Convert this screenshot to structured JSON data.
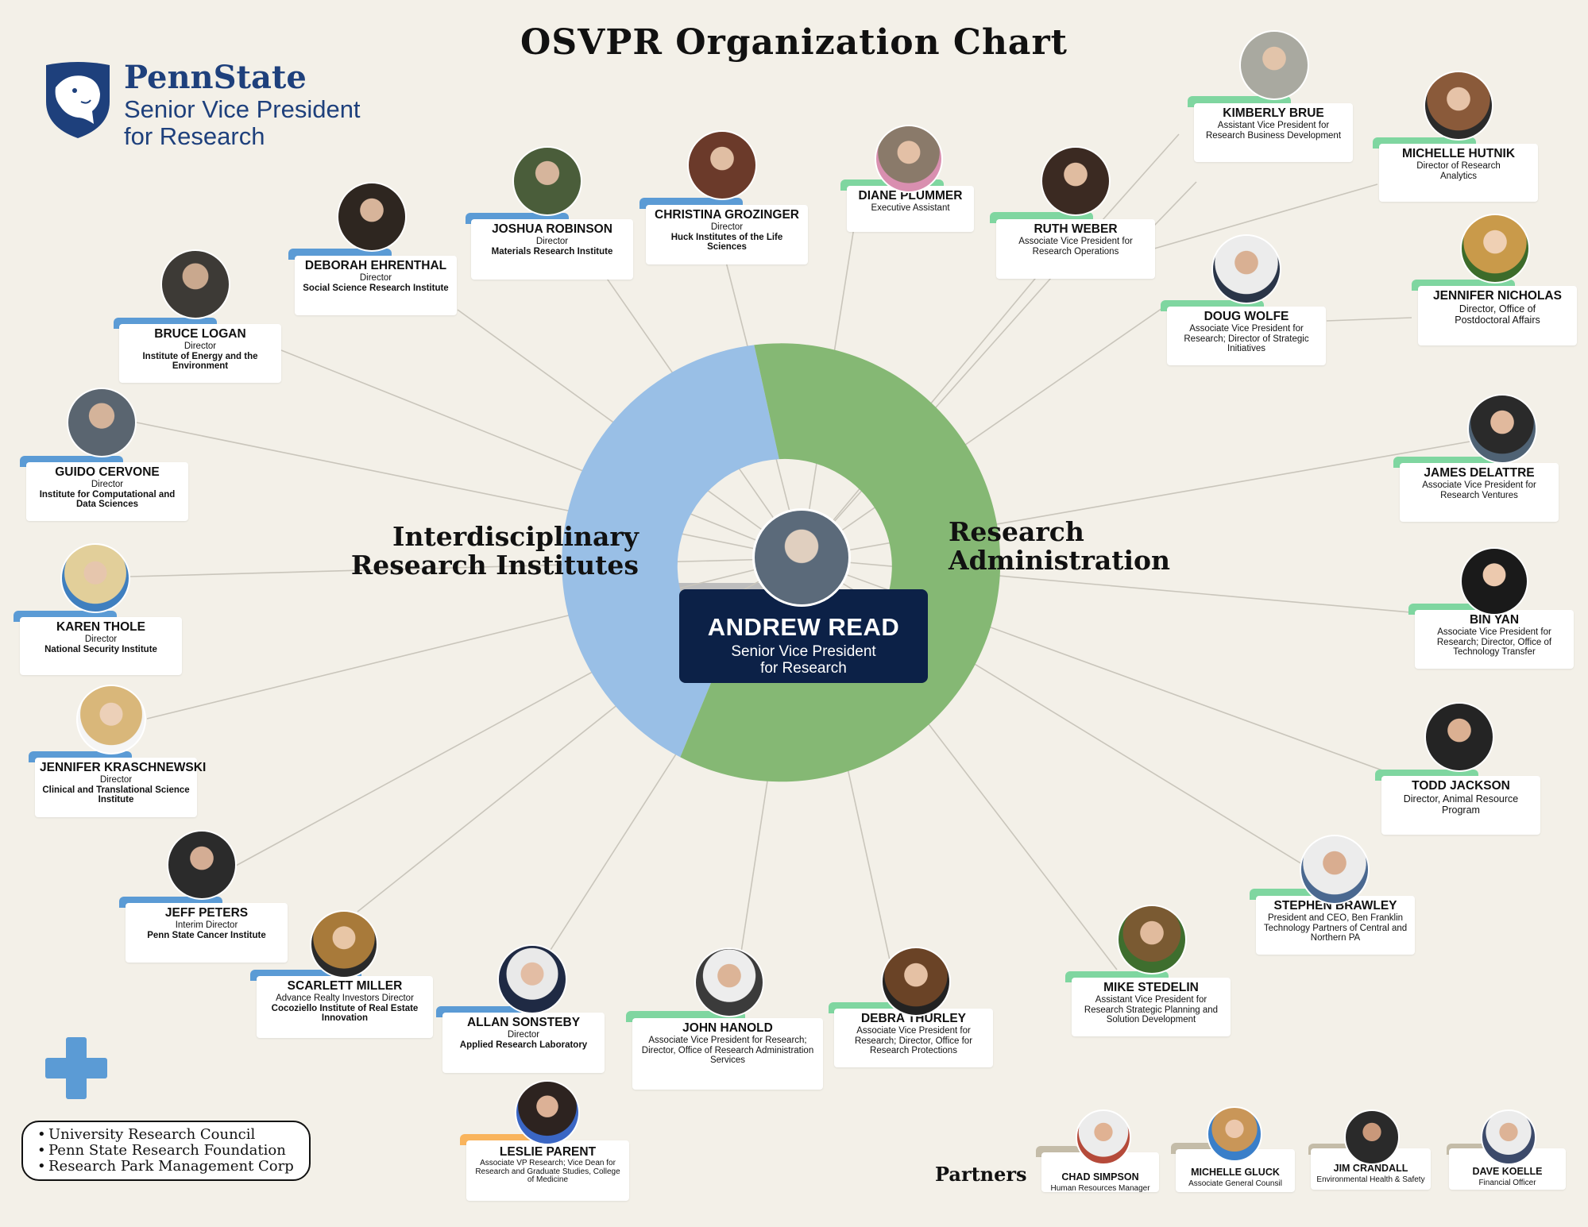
{
  "title": "OSVPR Organization Chart",
  "logo": {
    "brand": "PennState",
    "subtitle_line1": "Senior Vice President",
    "subtitle_line2": "for Research"
  },
  "colors": {
    "institutes": "#99bfe6",
    "administration": "#85b874",
    "blue_tab": "#5b9bd5",
    "green_tab": "#7fd6a0",
    "orange_tab": "#f9b45c",
    "gray_tab": "#c4bca8",
    "center_card": "#0c2147"
  },
  "groups": {
    "institutes_line1": "Interdisciplinary",
    "institutes_line2": "Research Institutes",
    "administration_line1": "Research",
    "administration_line2": "Administration"
  },
  "center": {
    "name": "ANDREW READ",
    "role_line1": "Senior Vice President",
    "role_line2": "for Research"
  },
  "institutes": [
    {
      "name": "BRUCE LOGAN",
      "role": "Director",
      "org": "Institute of Energy and the Environment"
    },
    {
      "name": "DEBORAH EHRENTHAL",
      "role": "Director",
      "org": "Social Science Research Institute"
    },
    {
      "name": "JOSHUA ROBINSON",
      "role": "Director",
      "org": "Materials Research Institute"
    },
    {
      "name": "CHRISTINA GROZINGER",
      "role": "Director",
      "org": "Huck Institutes of the Life Sciences"
    },
    {
      "name": "GUIDO CERVONE",
      "role": "Director",
      "org": "Institute for Computational and Data Sciences"
    },
    {
      "name": "KAREN THOLE",
      "role": "Director",
      "org": "National Security Institute"
    },
    {
      "name": "JENNIFER KRASCHNEWSKI",
      "role": "Director",
      "org": "Clinical and Translational Science Institute"
    },
    {
      "name": "JEFF PETERS",
      "role": "Interim Director",
      "org": "Penn State Cancer Institute"
    },
    {
      "name": "SCARLETT MILLER",
      "role": "Advance Realty Investors Director",
      "org": "Cocoziello Institute of Real Estate Innovation"
    },
    {
      "name": "ALLAN SONSTEBY",
      "role": "Director",
      "org": "Applied Research Laboratory"
    },
    {
      "name": "LESLIE PARENT",
      "role": "Associate VP Research; Vice Dean for Research and Graduate Studies, College of Medicine",
      "org": ""
    }
  ],
  "administration": [
    {
      "name": "DIANE PLUMMER",
      "role": "Executive Assistant"
    },
    {
      "name": "KIMBERLY BRUE",
      "role": "Assistant Vice President for Research Business Development"
    },
    {
      "name": "MICHELLE HUTNIK",
      "role": "Director of Research Analytics"
    },
    {
      "name": "RUTH WEBER",
      "role": "Associate Vice President for Research Operations"
    },
    {
      "name": "DOUG WOLFE",
      "role": "Associate Vice President for Research; Director of Strategic Initiatives"
    },
    {
      "name": "JENNIFER NICHOLAS",
      "role": "Director, Office of Postdoctoral Affairs"
    },
    {
      "name": "JAMES DELATTRE",
      "role": "Associate Vice President for Research Ventures"
    },
    {
      "name": "BIN YAN",
      "role": "Associate Vice President for Research; Director, Office of Technology Transfer"
    },
    {
      "name": "TODD JACKSON",
      "role": "Director, Animal Resource Program"
    },
    {
      "name": "STEPHEN BRAWLEY",
      "role": "President and CEO, Ben Franklin Technology Partners of Central and Northern PA"
    },
    {
      "name": "MIKE STEDELIN",
      "role": "Assistant Vice President for Research Strategic Planning and Solution Development"
    },
    {
      "name": "DEBRA THURLEY",
      "role": "Associate Vice President for Research; Director, Office for Research Protections"
    },
    {
      "name": "JOHN HANOLD",
      "role": "Associate Vice President for Research; Director, Office of Research Administration Services"
    }
  ],
  "partners_label": "Partners",
  "partners": [
    {
      "name": "CHAD SIMPSON",
      "role": "Human Resources Manager"
    },
    {
      "name": "MICHELLE GLUCK",
      "role": "Associate General Counsil"
    },
    {
      "name": "JIM CRANDALL",
      "role": "Environmental Health & Safety"
    },
    {
      "name": "DAVE KOELLE",
      "role": "Financial Officer"
    }
  ],
  "affiliates": [
    "University Research Council",
    "Penn State Research Foundation",
    "Research Park Management Corp"
  ],
  "icons": [
    "nittany-lion-shield-icon",
    "plus-icon"
  ]
}
